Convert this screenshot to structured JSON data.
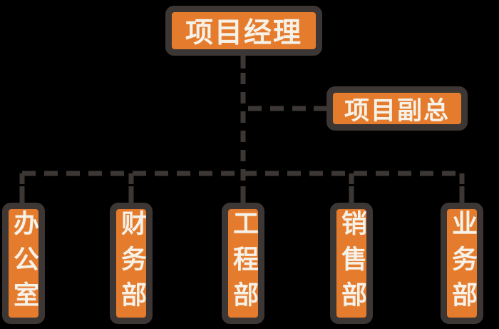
{
  "diagram": {
    "type": "org-chart",
    "nodes": {
      "root": {
        "label": "项目经理"
      },
      "deputy": {
        "label": "项目副总"
      },
      "departments": [
        {
          "label": "办公室"
        },
        {
          "label": "财务部"
        },
        {
          "label": "工程部"
        },
        {
          "label": "销售部"
        },
        {
          "label": "业务部"
        }
      ]
    },
    "colors": {
      "background": "#000000",
      "node_fill": "#E57C2D",
      "node_border": "#3C3734",
      "connector": "#3C3734",
      "text": "#F6F2E9"
    }
  }
}
